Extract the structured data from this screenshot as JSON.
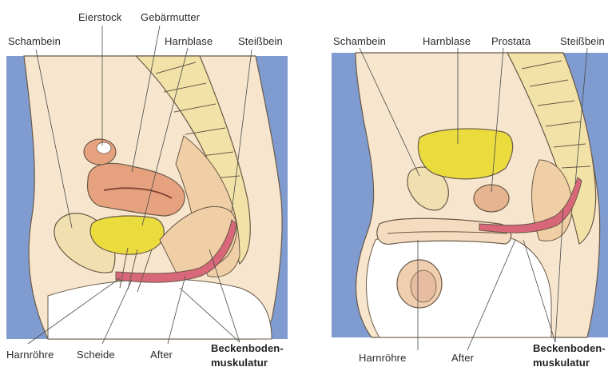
{
  "female_diagram": {
    "labels": {
      "eierstock": "Eierstock",
      "gebaermutter": "Gebärmutter",
      "schambein": "Schambein",
      "harnblase": "Harnblase",
      "steissbein": "Steißbein",
      "harnroehre": "Harnröhre",
      "scheide": "Scheide",
      "after": "After",
      "beckenboden_line1": "Beckenboden-",
      "beckenboden_line2": "muskulatur"
    }
  },
  "male_diagram": {
    "labels": {
      "schambein": "Schambein",
      "harnblase": "Harnblase",
      "prostata": "Prostata",
      "steissbein": "Steißbein",
      "harnroehre": "Harnröhre",
      "after": "After",
      "beckenboden_line1": "Beckenboden-",
      "beckenboden_line2": "muskulatur"
    }
  },
  "colors": {
    "background_blue": "#7f9bcf",
    "skin": "#f5e0c4",
    "bone": "#f2e2a8",
    "uterus": "#e6a27e",
    "bladder": "#ebdc3e",
    "muscle": "#d9677a",
    "outline": "#5a4a3a"
  }
}
